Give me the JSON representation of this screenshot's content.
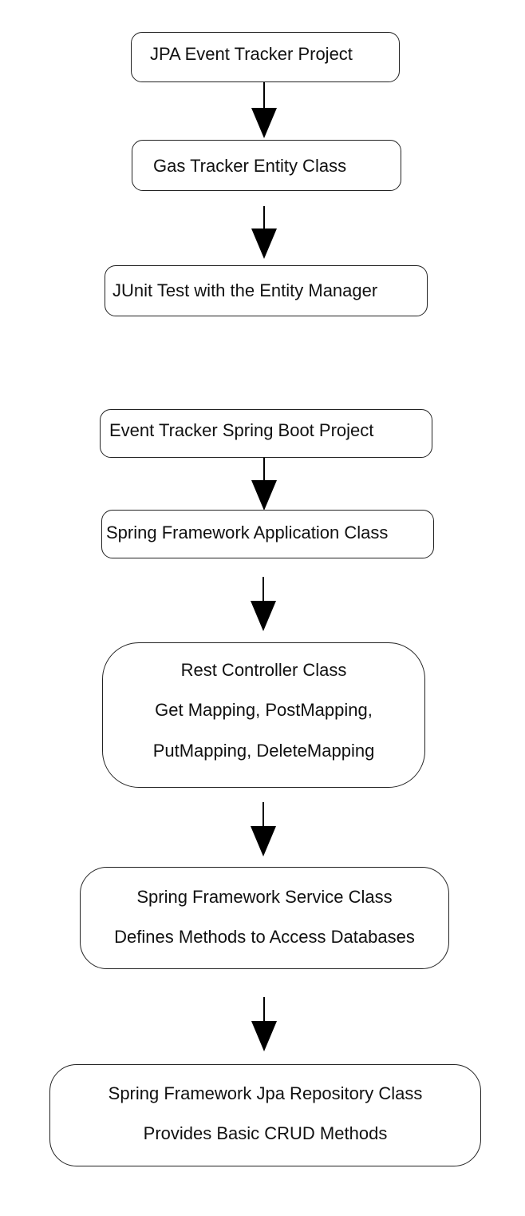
{
  "diagram": {
    "top_flow": {
      "jpa_project": "JPA Event Tracker Project",
      "entity_class": "Gas Tracker Entity Class",
      "junit_test": "JUnit Test with the Entity Manager"
    },
    "bottom_flow": {
      "spring_boot_project": "Event Tracker Spring Boot Project",
      "application_class": "Spring Framework Application Class",
      "rest_controller": {
        "title": "Rest Controller Class",
        "line2": "Get Mapping, PostMapping,",
        "line3": "PutMapping, DeleteMapping"
      },
      "service_class": {
        "title": "Spring Framework Service Class",
        "line2": "Defines Methods to Access Databases"
      },
      "repository_class": {
        "title": "Spring Framework Jpa Repository Class",
        "line2": "Provides Basic CRUD Methods"
      }
    }
  }
}
